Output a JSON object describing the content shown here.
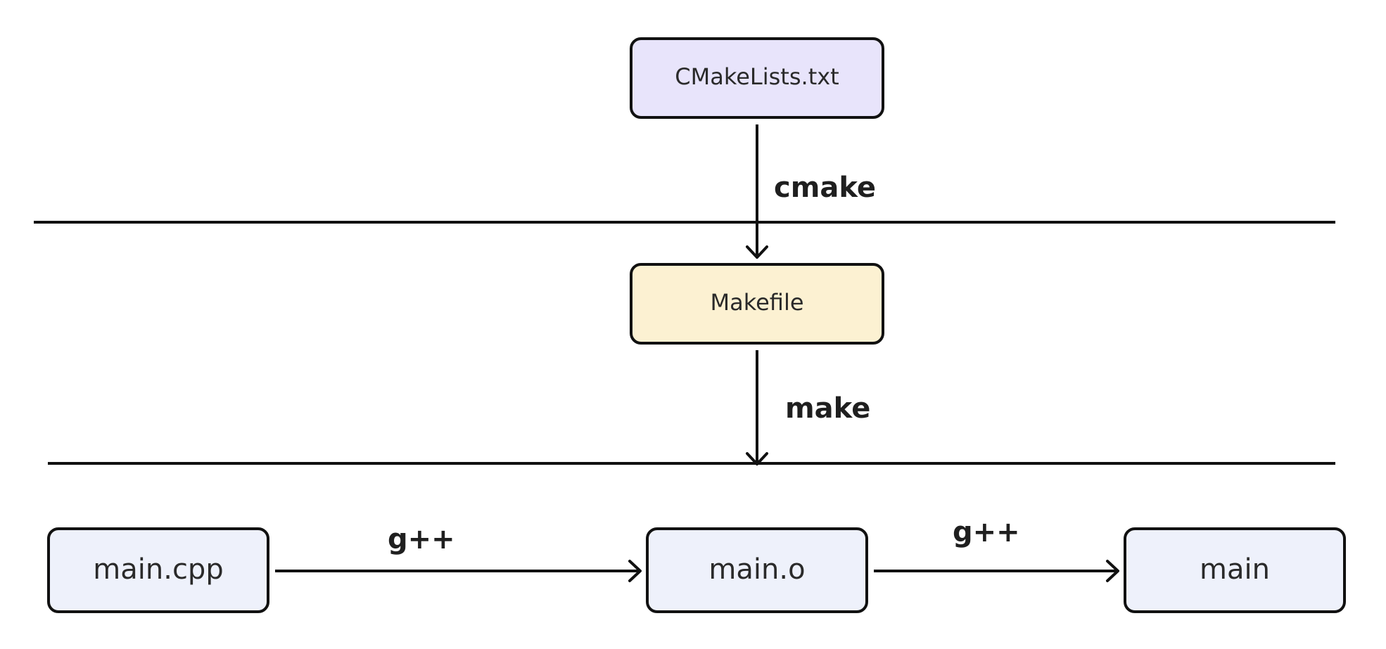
{
  "nodes": {
    "cmakelists": {
      "label": "CMakeLists.txt",
      "fill": "#e8e4fb"
    },
    "makefile": {
      "label": "Makefile",
      "fill": "#fcf1d2"
    },
    "main_cpp": {
      "label": "main.cpp",
      "fill": "#eef1fb"
    },
    "main_o": {
      "label": "main.o",
      "fill": "#eef1fb"
    },
    "main": {
      "label": "main",
      "fill": "#eef1fb"
    }
  },
  "edges": {
    "cmake": {
      "label": "cmake"
    },
    "make": {
      "label": "make"
    },
    "compile": {
      "label": "g++"
    },
    "link": {
      "label": "g++"
    }
  },
  "stroke_color": "#111111"
}
